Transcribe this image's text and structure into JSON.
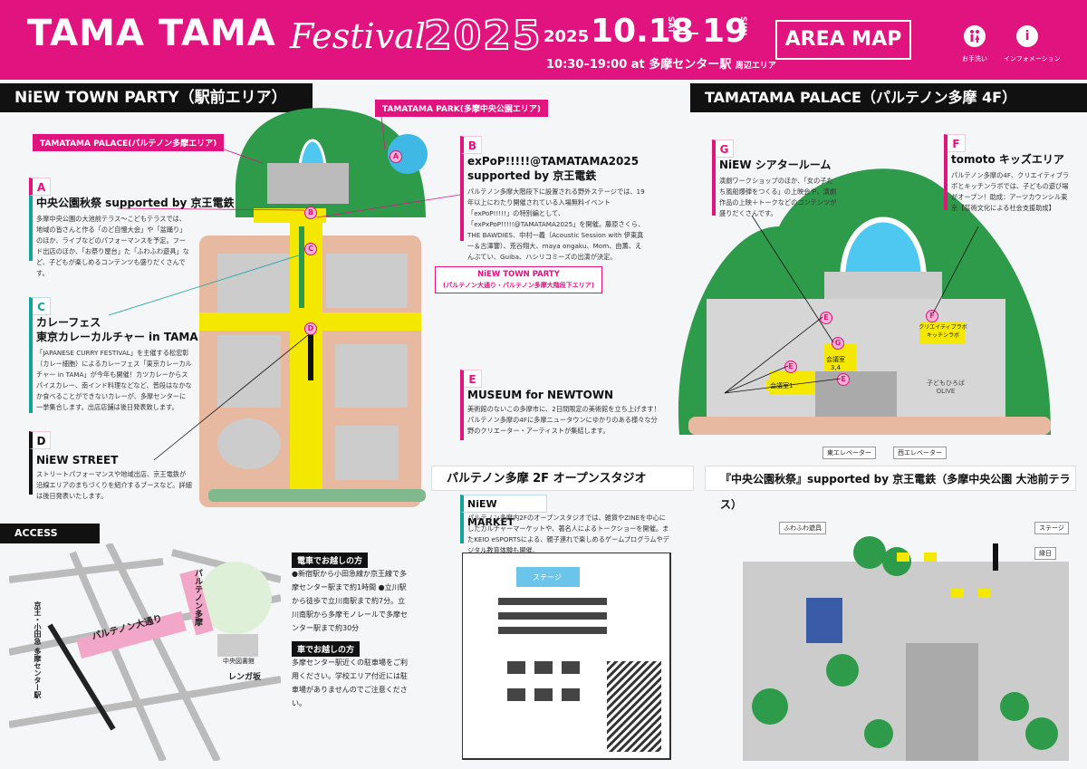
{
  "header": {
    "logo_main": "TAMA TAMA",
    "logo_festival": "Festival",
    "logo_year": "2025",
    "date_year": "2025",
    "date_main": "10.18",
    "date_start_dow": "SAT",
    "date_end": "19",
    "date_end_dow": "SUN",
    "time_text": "10:30–19:00 at 多摩センター駅",
    "time_suffix": "周辺エリア",
    "area_map": "AREA MAP",
    "restroom_label": "お手洗い",
    "info_label": "インフォメーション",
    "restroom_icon": "restroom-icon",
    "info_icon": "info-icon"
  },
  "left_section": {
    "title": "NiEW TOWN PARTY（駅前エリア）",
    "labels": {
      "palace": "TAMATAMA PALACE(パルテノン多摩エリア)",
      "park": "TAMATAMA PARK(多摩中央公園エリア)",
      "party_line1": "NiEW TOWN PARTY",
      "party_line2": "(パルテノン大通り・パルテノン多摩大階段下エリア)"
    },
    "pins": [
      "A",
      "B",
      "C",
      "D"
    ],
    "blocks": {
      "A": {
        "letter": "A",
        "title": "中央公園秋祭 supported by 京王電鉄",
        "desc": "多摩中央公園の大池前テラス〜こどもテラスでは、地域の皆さんと作る「のど自慢大会」や「盆踊り」のほか、ライブなどのパフォーマンスを予定。フード出店のほか、「お祭り屋台」た「ふわふわ遊具」など、子どもが楽しめるコンテンツも盛りだくさんです。"
      },
      "B": {
        "letter": "B",
        "title1": "exPoP!!!!!@TAMATAMA2025",
        "title2": "supported by 京王電鉄",
        "desc": "パルテノン多摩大階段下に設置される野外ステージでは、19年以上にわたり開催されている入場無料イベント「exPoP!!!!!」の特別編として、「exPxPoP!!!!!@TAMATAMA2025」を開催。藤原さくら、THE BAWDIES、中村一義（Acoustic Session with 伊東真一＆古澤響）、荒谷翔大、maya ongaku、Mom、由薫、えんぶてい、Guiba、ハシリコミーズの出演が決定。"
      },
      "C": {
        "letter": "C",
        "title1": "カレーフェス",
        "title2": "東京カレーカルチャー in TAMA",
        "desc": "「JAPANESE CURRY FESTIVAL」を主催する松宏彰（カレー細胞）によるカレーフェス「東京カレーカルチャー in TAMA」が今年も開催！カツカレーからスパイスカレー、南インド料理などなど、普段はなかなか食べることができないカレーが、多摩センターに一挙集合します。出店店舗は後日発表致します。"
      },
      "D": {
        "letter": "D",
        "title": "NiEW STREET",
        "desc": "ストリートパフォーマンスや地域出店、京王電鉄が沿線エリアのまちづくりを紹介するブースなど。詳細は後日発表いたします。"
      }
    }
  },
  "access": {
    "title": "ACCESS",
    "street_main": "パルテノン大通り",
    "street_partheon": "パルテノン多摩",
    "station": "京王・小田急 多摩センター駅",
    "library": "中央図書館",
    "renga": "レンガ坂",
    "train_title": "電車でお越しの方",
    "train_desc": "●新宿駅から小田急線か京王線で多摩センター駅まで約1時間 ●立川駅から徒歩で立川南駅まで約7分。立川南駅から多摩モノレールで多摩センター駅まで約30分",
    "car_title": "車でお越しの方",
    "car_desc": "多摩センター駅近くの駐車場をご利用ください。学校エリア付近には駐車場がありませんのでご注意ください。"
  },
  "right_section": {
    "title": "TAMATAMA PALACE（パルテノン多摩 4F）",
    "blocks": {
      "G": {
        "letter": "G",
        "title": "NiEW シアタールーム",
        "desc": "演劇ワークショップのほか、「女の子たち風船爆弾をつくる」の上映会や、演劇作品の上映＋トークなどのコンテンツが盛りだくさんです。"
      },
      "F": {
        "letter": "F",
        "title": "tomoto キッズエリア",
        "desc": "パルテノン多摩の4F、クリエイティブラボとキッチンラボでは、子どもの遊び場がオープン！助成：アーツカウンシル東京【芸術文化による社会支援助成】"
      },
      "E": {
        "letter": "E",
        "title": "MUSEUM for NEWTOWN",
        "desc": "美術館のないこの多摩市に、2日間限定の美術館を立ち上げます！パルテノン多摩の4Fに多摩ニュータウンにゆかりのある様々な分野のクリエーター・アーティストが集結します。"
      }
    },
    "map_labels": {
      "room1": "会議室1",
      "room34_a": "会議室",
      "room34_b": "3,4",
      "lab": "クリエイティブラボ キッチンラボ",
      "hiroba": "子どもひろば OLIVE",
      "east_elev": "東エレベーター",
      "west_elev": "西エレベーター"
    },
    "pins": [
      "E",
      "E",
      "E",
      "G",
      "F"
    ]
  },
  "studio": {
    "title": "パルテノン多摩 2F オープンスタジオ",
    "block_letter": "NiEW MARKET",
    "desc": "パルテノン多摩内2Fのオープンスタジオでは、雑貨やZINEを中心にしたカルチャーマーケットや、著名人によるトークショーを開催。またKEIO eSPORTSによる、親子連れで楽しめるゲームプログラムやデジタル教育体験も開催。",
    "stage": "ステージ"
  },
  "park": {
    "title": "『中央公園秋祭』supported by 京王電鉄（多摩中央公園 大池前テラス）",
    "stage": "ステージ",
    "kiosk": "縁日",
    "bouncy": "ふわふわ遊具"
  },
  "colors": {
    "brand": "#e0137f",
    "teal": "#12a39a",
    "yellow": "#f5e800"
  }
}
